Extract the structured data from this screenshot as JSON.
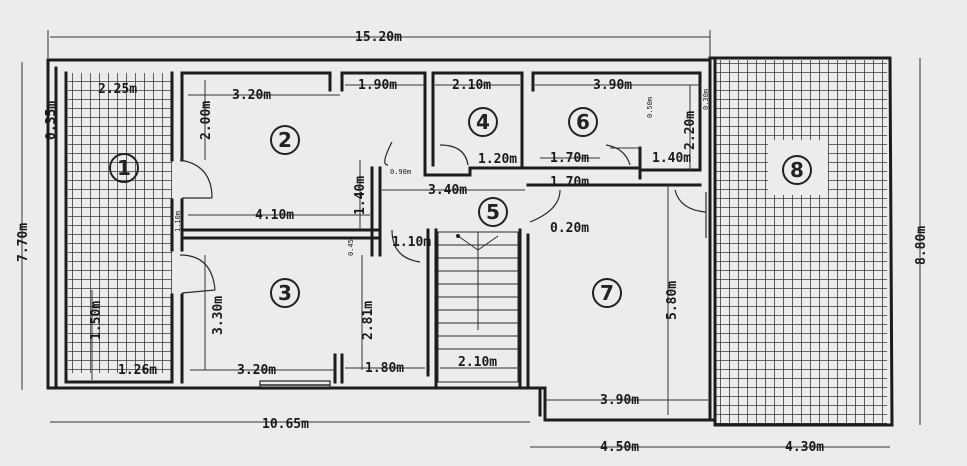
{
  "colors": {
    "paper": "#ececea",
    "ink": "#1c1c1c",
    "tile": "#3a3a3a"
  },
  "dimensions": {
    "total_width": "15.20m",
    "total_height": "7.70m",
    "right_height": "8.80m",
    "bottom_left_width": "10.65m",
    "bottom_mid_width": "4.50m",
    "bottom_right_width": "4.30m",
    "d_2_25": "2.25m",
    "d_0_35": "0.35m",
    "d_3_20_top": "3.20m",
    "d_2_00": "2.00m",
    "d_1_90": "1.90m",
    "d_2_10_top": "2.10m",
    "d_3_90_top": "3.90m",
    "d_0_50": "0.50m",
    "d_2_20": "2.20m",
    "d_0_30": "0.30m",
    "d_1_20": "1.20m",
    "d_1_70_a": "1.70m",
    "d_1_40_right": "1.40m",
    "d_0_90": "0.90m",
    "d_1_40_vert": "1.40m",
    "d_3_40": "3.40m",
    "d_1_70_b": "1.70m",
    "d_4_10": "4.10m",
    "d_1_10_small": "1.10m",
    "d_0_20": "0.20m",
    "d_1_10": "1.10m",
    "d_0_45": "0.45",
    "d_3_30": "3.30m",
    "d_2_81": "2.81m",
    "d_5_80": "5.80m",
    "d_1_50": "1.50m",
    "d_1_26": "1.26m",
    "d_3_20_bottom": "3.20m",
    "d_1_80": "1.80m",
    "d_2_10_bottom": "2.10m",
    "d_3_90_bottom": "3.90m"
  },
  "rooms": {
    "r1": "1",
    "r2": "2",
    "r3": "3",
    "r4": "4",
    "r5": "5",
    "r6": "6",
    "r7": "7",
    "r8": "8"
  }
}
